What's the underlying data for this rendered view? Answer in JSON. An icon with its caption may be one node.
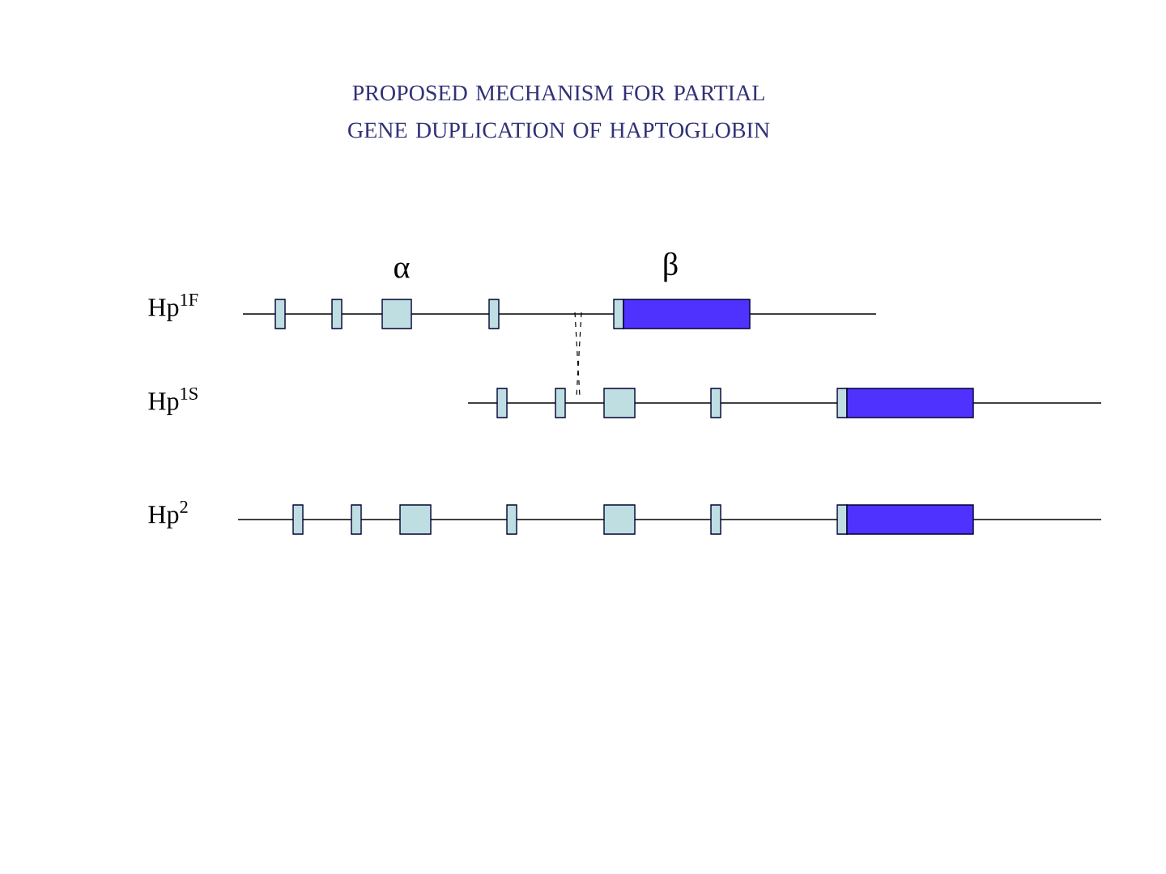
{
  "diagram": {
    "title": "PROPOSED MECHANISM FOR PARTIAL GENE DUPLICATION OF HAPTOGLOBIN",
    "labels": [
      "α",
      "β",
      "Hp$^{1F}$",
      "Hp$^{1S}$",
      "Hp$^{2}$"
    ]
  }
}
